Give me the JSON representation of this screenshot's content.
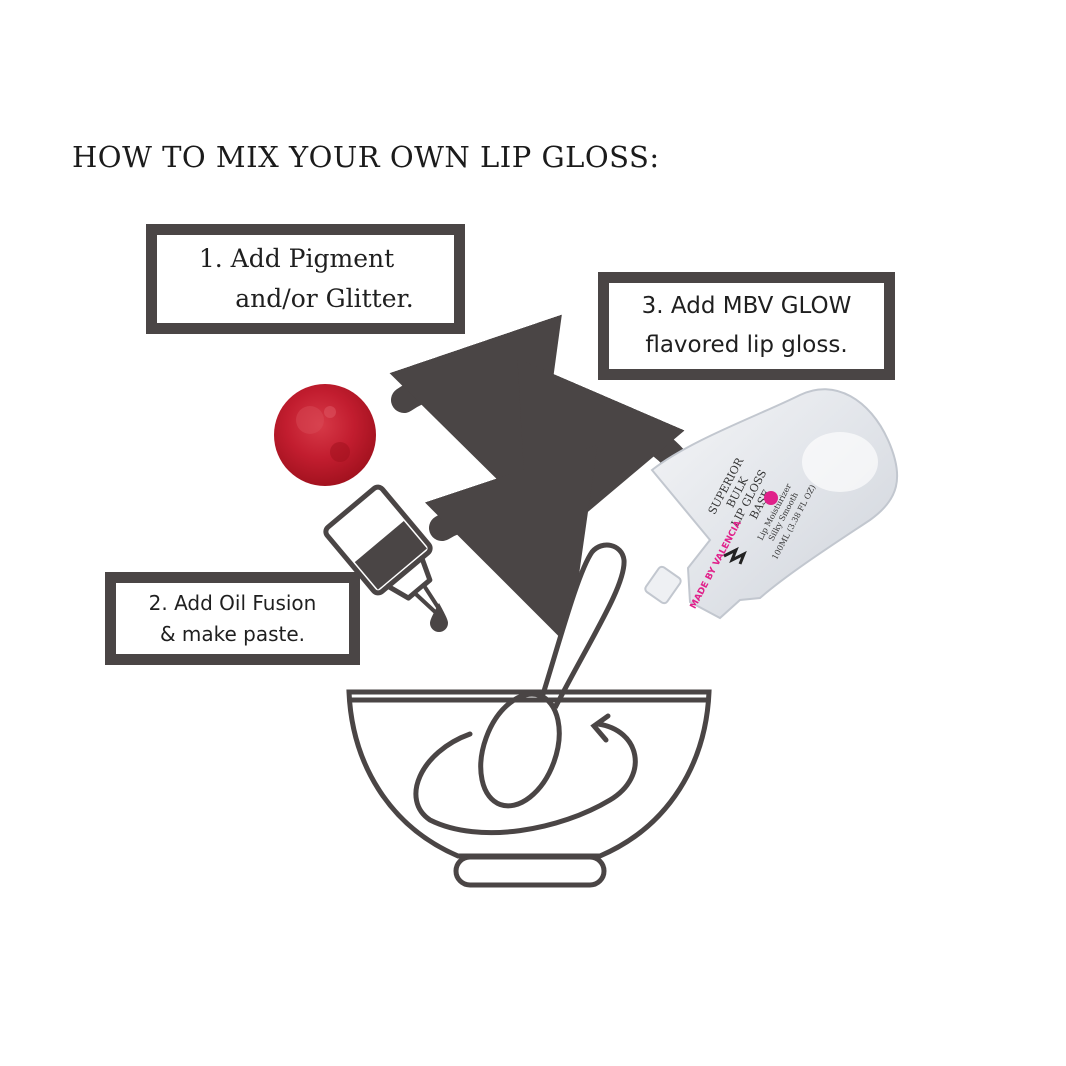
{
  "title": "HOW TO MIX YOUR OWN LIP GLOSS:",
  "steps": [
    {
      "lines": [
        "1.  Add Pigment",
        "and/or Glitter."
      ]
    },
    {
      "lines": [
        "2. Add Oil Fusion",
        "& make paste."
      ]
    },
    {
      "lines": [
        "3. Add MBV GLOW",
        "flavored lip gloss."
      ]
    }
  ],
  "pouch_label": [
    "SUPERIOR",
    "BULK",
    "LIP GLOSS",
    "BASE",
    "Lip Moisturizer",
    "Silky Smooth",
    "100ML (3.38 FL OZ)"
  ],
  "brand_logo": "MADE BY VALENCIA",
  "colors": {
    "box_border": "#4a4545",
    "pigment": "#c41e30",
    "icon_stroke": "#4a4545",
    "logo_accent": "#e0218a"
  },
  "icons": [
    "pigment-powder-icon",
    "oil-bottle-icon",
    "oil-drop-icon",
    "curved-arrow-icon",
    "mixing-bowl-icon",
    "spoon-icon",
    "stir-arrow-icon",
    "lip-gloss-pouch-icon"
  ]
}
